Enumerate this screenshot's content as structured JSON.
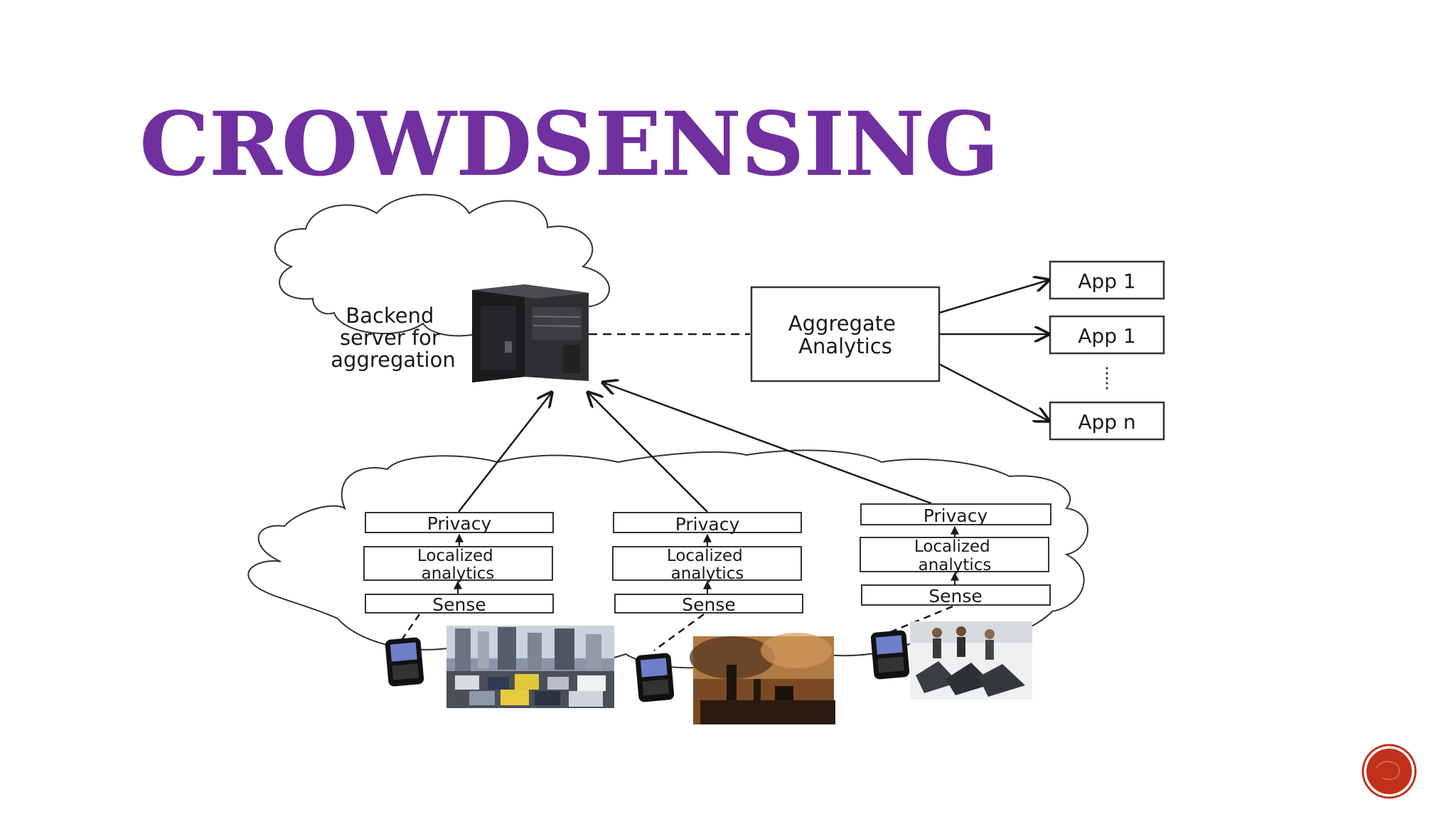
{
  "slide": {
    "title": "CROWDSENSING"
  },
  "backend": {
    "label_lines": [
      "Backend",
      "server for",
      "aggregation"
    ]
  },
  "aggregate": {
    "label_lines": [
      "Aggregate",
      "Analytics"
    ]
  },
  "apps": [
    "App 1",
    "App 1",
    "App n"
  ],
  "pipelines": [
    {
      "privacy": "Privacy",
      "analytics_lines": [
        "Localized",
        "analytics"
      ],
      "sense": "Sense",
      "scene": "traffic"
    },
    {
      "privacy": "Privacy",
      "analytics_lines": [
        "Localized",
        "analytics"
      ],
      "sense": "Sense",
      "scene": "pollution"
    },
    {
      "privacy": "Privacy",
      "analytics_lines": [
        "Localized",
        "analytics"
      ],
      "sense": "Sense",
      "scene": "fitness"
    }
  ],
  "icons": {
    "server": "tower-server-icon",
    "phone": "smartphone-icon",
    "nav": "nav-button-icon"
  },
  "colors": {
    "title": "#7030a0",
    "nav_button": "#c0301a",
    "line": "#1a1a1a"
  }
}
